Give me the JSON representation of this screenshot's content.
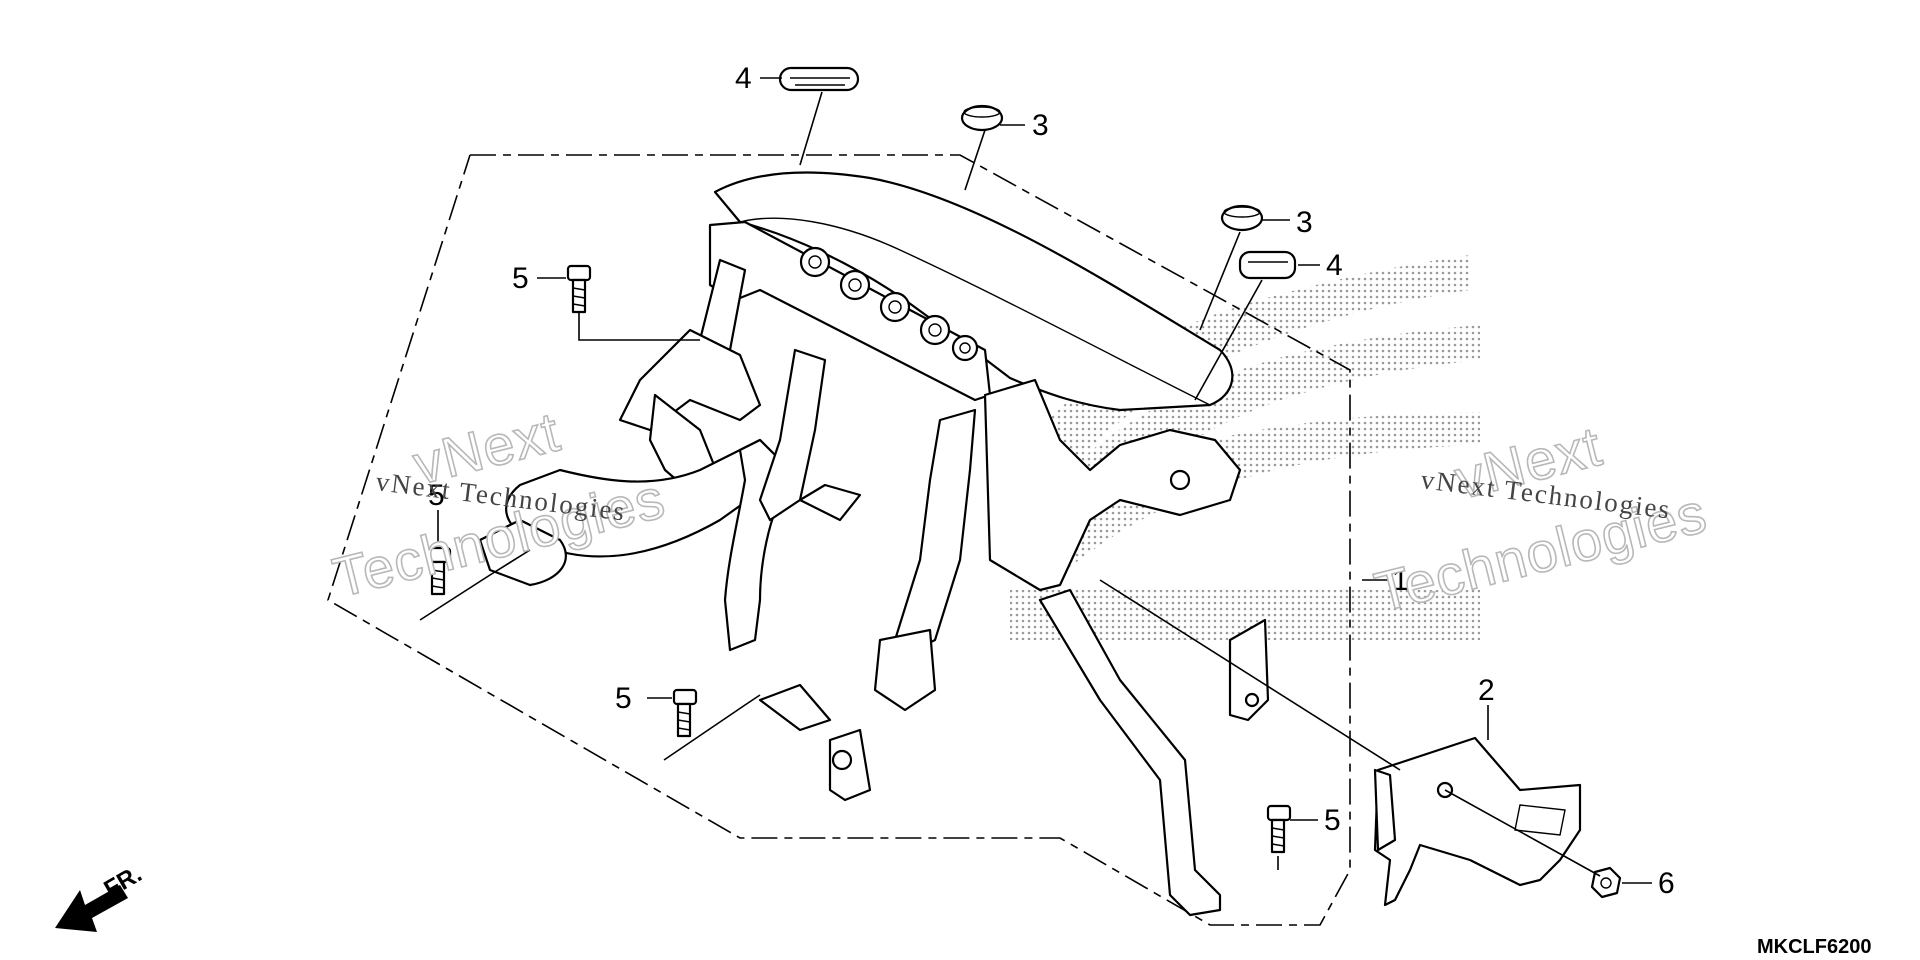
{
  "diagram": {
    "callouts": [
      {
        "id": "c1",
        "label": "1"
      },
      {
        "id": "c2",
        "label": "2"
      },
      {
        "id": "c3a",
        "label": "3"
      },
      {
        "id": "c3b",
        "label": "3"
      },
      {
        "id": "c4a",
        "label": "4"
      },
      {
        "id": "c4b",
        "label": "4"
      },
      {
        "id": "c5a",
        "label": "5"
      },
      {
        "id": "c5b",
        "label": "5"
      },
      {
        "id": "c5c",
        "label": "5"
      },
      {
        "id": "c5d",
        "label": "5"
      },
      {
        "id": "c6",
        "label": "6"
      }
    ],
    "front_indicator": "FR.",
    "diagram_code": "MKCLF6200"
  },
  "watermarks": {
    "line1": "vNext",
    "line2": "Technologies",
    "small": "vNext Technologies"
  },
  "colors": {
    "line": "#000000",
    "watermark_stroke": "#b8b8b8",
    "logo_dots": "#9a9a9a"
  }
}
